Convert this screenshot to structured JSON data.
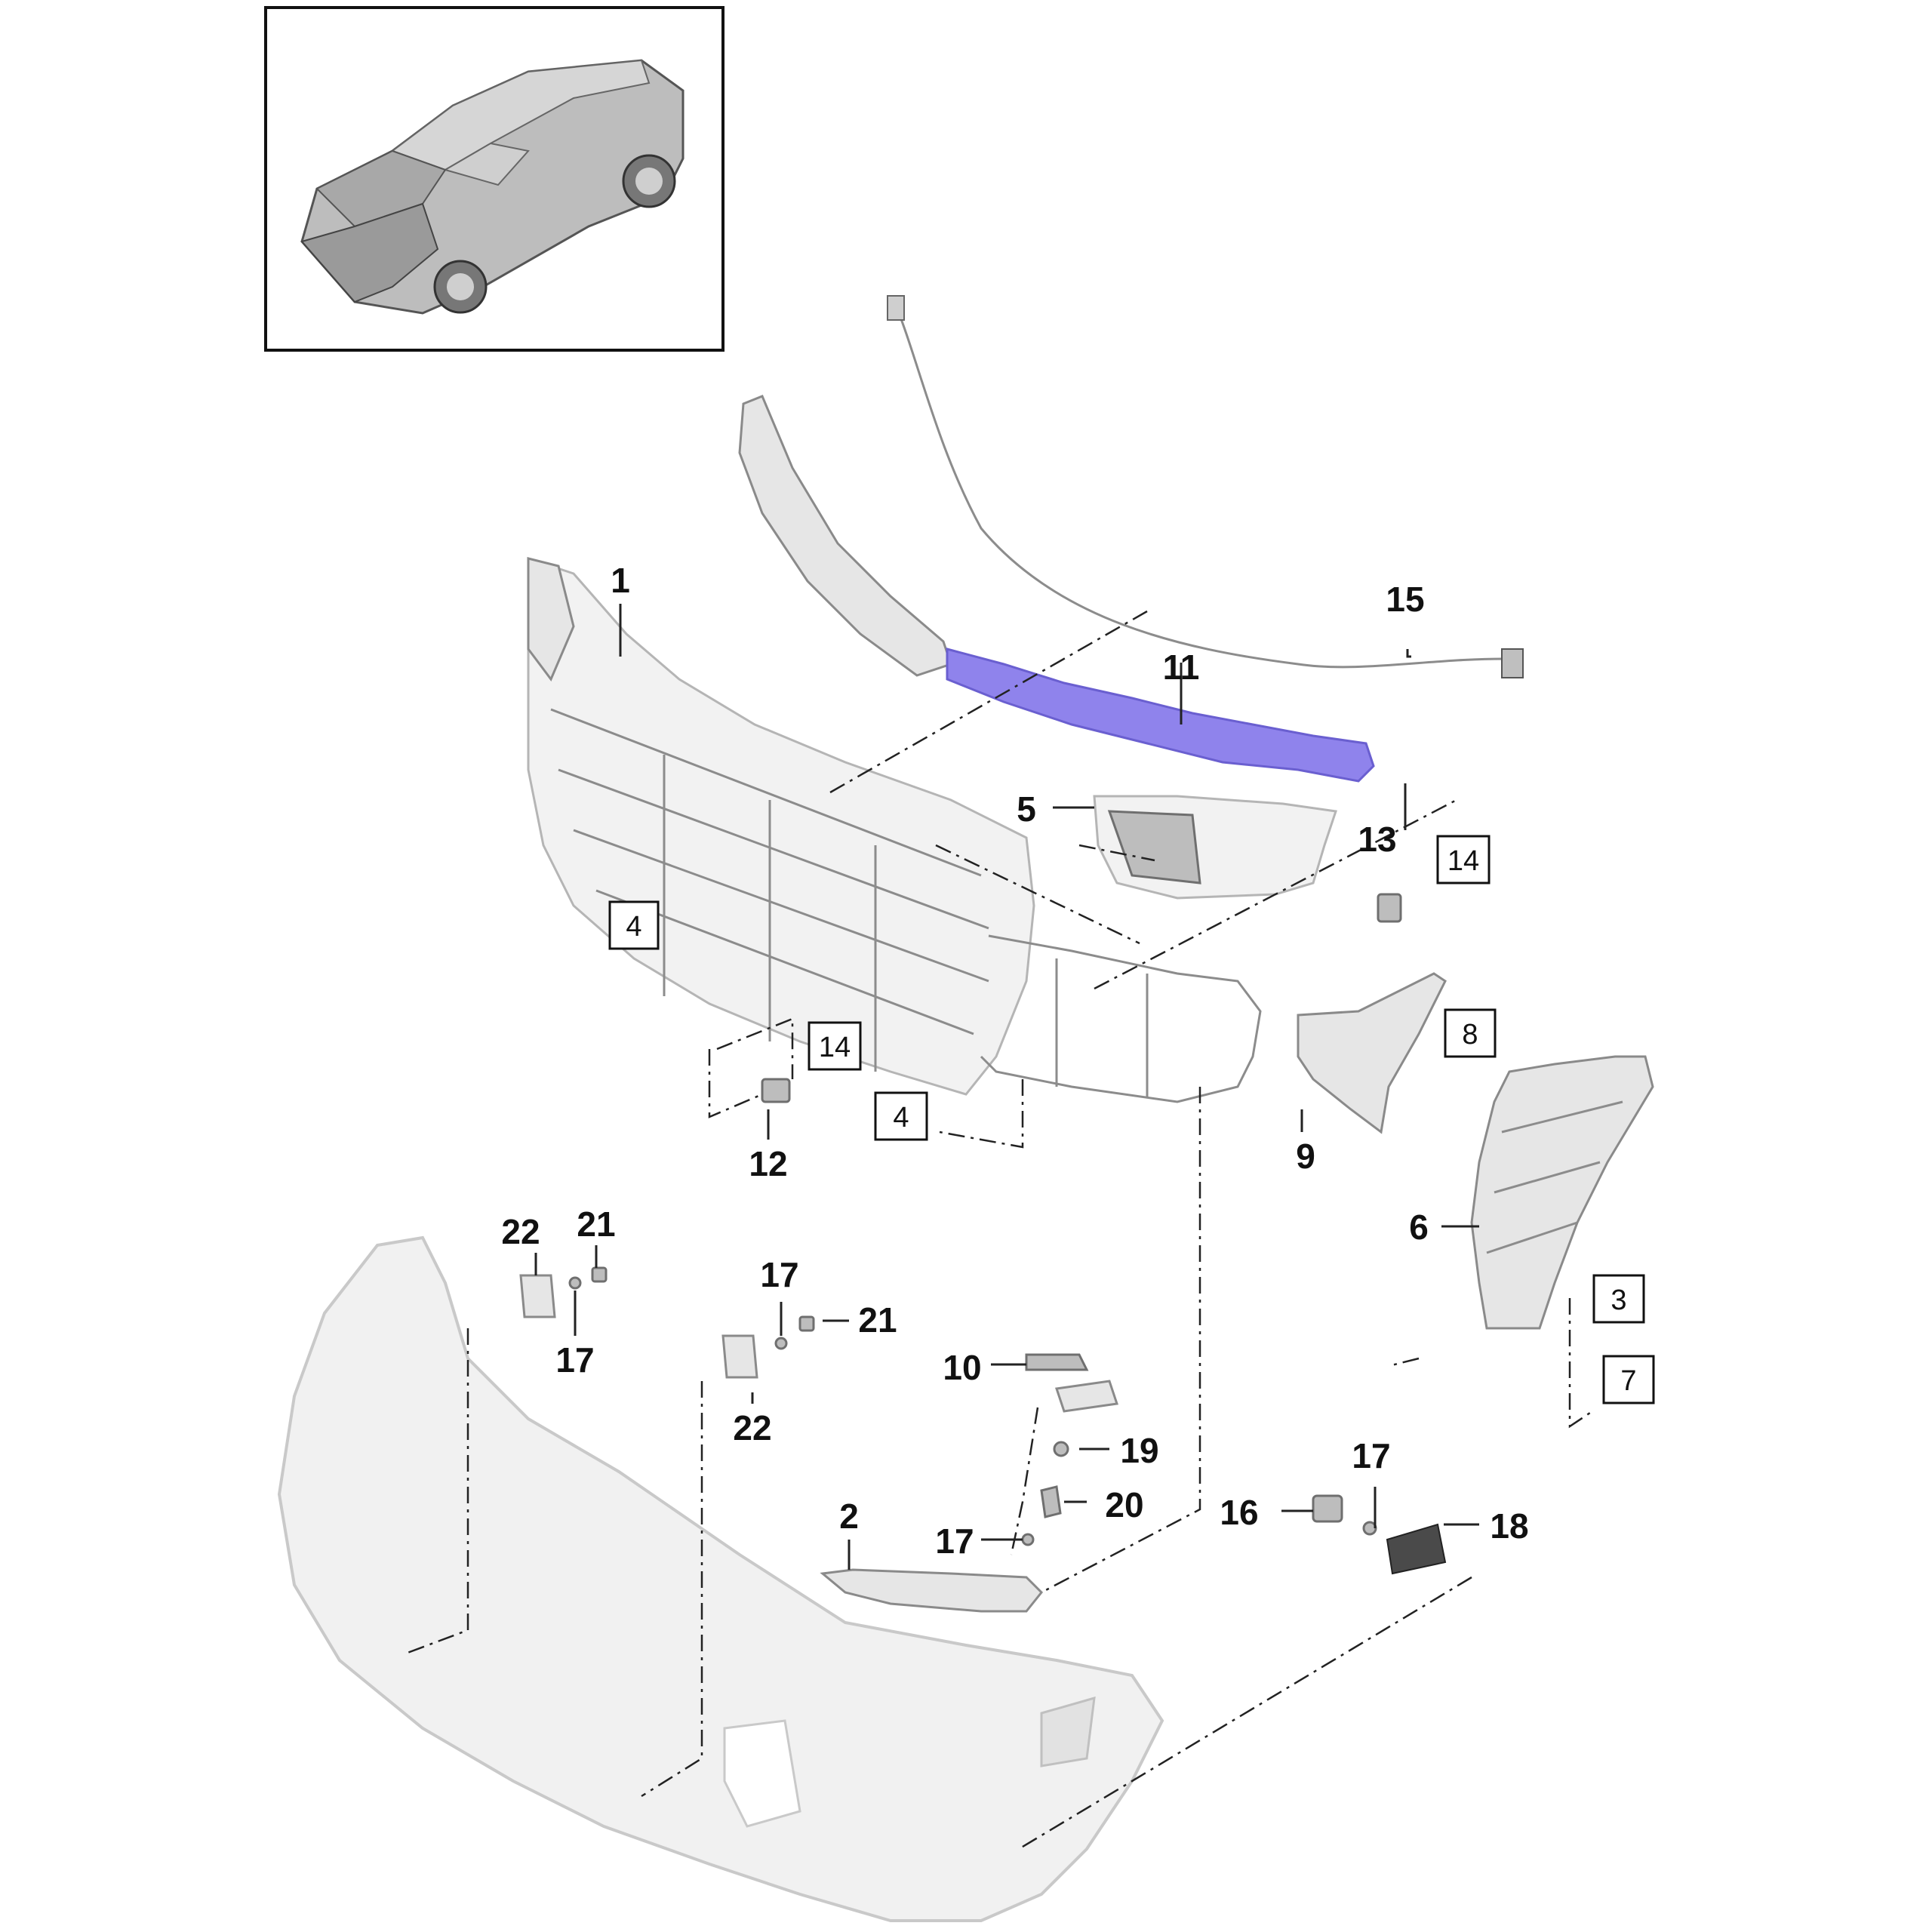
{
  "diagram": {
    "highlight_color": "#8f83ec",
    "callouts": [
      {
        "id": "c1",
        "label": "1"
      },
      {
        "id": "c2",
        "label": "2"
      },
      {
        "id": "c5",
        "label": "5"
      },
      {
        "id": "c6",
        "label": "6"
      },
      {
        "id": "c9",
        "label": "9"
      },
      {
        "id": "c10",
        "label": "10"
      },
      {
        "id": "c11",
        "label": "11"
      },
      {
        "id": "c12",
        "label": "12"
      },
      {
        "id": "c13",
        "label": "13"
      },
      {
        "id": "c15",
        "label": "15"
      },
      {
        "id": "c16",
        "label": "16"
      },
      {
        "id": "c17a",
        "label": "17"
      },
      {
        "id": "c17b",
        "label": "17"
      },
      {
        "id": "c17c",
        "label": "17"
      },
      {
        "id": "c17d",
        "label": "17"
      },
      {
        "id": "c18",
        "label": "18"
      },
      {
        "id": "c19",
        "label": "19"
      },
      {
        "id": "c20",
        "label": "20"
      },
      {
        "id": "c21a",
        "label": "21"
      },
      {
        "id": "c21b",
        "label": "21"
      },
      {
        "id": "c22a",
        "label": "22"
      },
      {
        "id": "c22b",
        "label": "22"
      }
    ],
    "boxed_refs": [
      {
        "id": "b4a",
        "label": "4"
      },
      {
        "id": "b4b",
        "label": "4"
      },
      {
        "id": "b14a",
        "label": "14"
      },
      {
        "id": "b14b",
        "label": "14"
      },
      {
        "id": "b8",
        "label": "8"
      },
      {
        "id": "b3",
        "label": "3"
      },
      {
        "id": "b7",
        "label": "7"
      }
    ]
  }
}
